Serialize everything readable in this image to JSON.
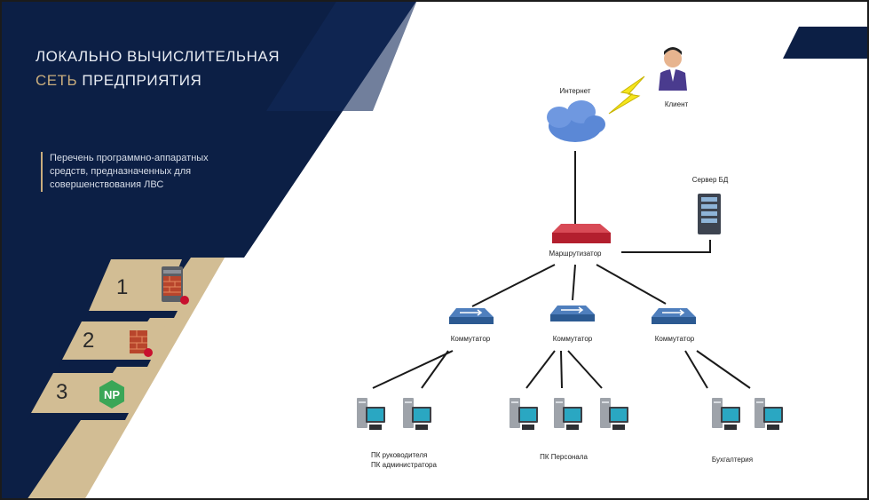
{
  "slide": {
    "title_line1": "ЛОКАЛЬНО ВЫЧИСЛИТЕЛЬНАЯ",
    "title_accent": "СЕТЬ",
    "title_rest": " ПРЕДПРИЯТИЯ",
    "description": "Перечень программно-аппаратных средств, предназначенных для совершенствования ЛВС"
  },
  "tools": [
    {
      "number": "1",
      "icon": "firewall-server-icon"
    },
    {
      "number": "2",
      "icon": "firewall-icon"
    },
    {
      "number": "3",
      "icon": "np-hexagon-icon",
      "badge": "NP"
    }
  ],
  "network": {
    "internet": "Интернет",
    "client": "Клиент",
    "db_server": "Сервер БД",
    "router": "Маршрутизатор",
    "switch_left": "Коммутатор",
    "switch_center": "Коммутатор",
    "switch_right": "Коммутатор",
    "group_left_line1": "ПК руководителя",
    "group_left_line2": "ПК администратора",
    "group_center": "ПК Персонала",
    "group_right": "Бухгалтерия"
  },
  "colors": {
    "navy": "#0c1f45",
    "gold": "#d2bd94",
    "accent_text": "#c9ad7d",
    "router_red": "#b31f2e",
    "switch_blue": "#2c5a92",
    "pc_teal": "#2aa7c2",
    "np_green": "#3aa657"
  }
}
